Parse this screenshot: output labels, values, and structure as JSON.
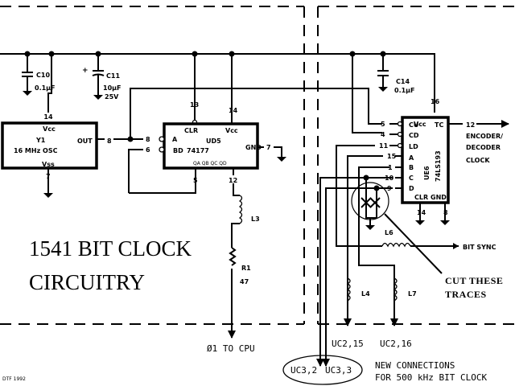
{
  "title": {
    "line1": "1541 BIT CLOCK",
    "line2": "CIRCUITRY"
  },
  "credit": "DTF 1992",
  "capacitors": [
    {
      "ref": "C10",
      "value": "0.1µF"
    },
    {
      "ref": "C11",
      "value": "10µF",
      "rating": "25V",
      "polarity": "+"
    },
    {
      "ref": "C14",
      "value": "0.1µF"
    }
  ],
  "oscillator": {
    "ref": "Y1",
    "desc": "16 MHz OSC",
    "vcc": "Vcc",
    "vss": "Vss",
    "out": "OUT",
    "pin_vcc": "14",
    "pin_gnd": "7",
    "pin_out": "8"
  },
  "counter1": {
    "ref": "UD5",
    "part": "74177",
    "clr": "CLR",
    "vcc": "Vcc",
    "gnd": "GND",
    "in_a": "A",
    "in_bd": "BD",
    "outputs": "QA QB QC QD",
    "pin_clr": "13",
    "pin_vcc": "14",
    "pin_a": "8",
    "pin_bd": "6",
    "pin_gnd": "7",
    "pin_q1": "5",
    "pin_q2": "12"
  },
  "counter2": {
    "ref": "UE6",
    "part": "74LS193",
    "vcc": "Vcc",
    "tc": "TC",
    "clr": "CLR",
    "gnd": "GND",
    "pins": [
      {
        "num": "5",
        "name": "CU"
      },
      {
        "num": "4",
        "name": "CD"
      },
      {
        "num": "11",
        "name": "LD"
      },
      {
        "num": "15",
        "name": "A"
      },
      {
        "num": "1",
        "name": "B"
      },
      {
        "num": "10",
        "name": "C"
      },
      {
        "num": "9",
        "name": "D"
      }
    ],
    "pin_vcc": "16",
    "pin_tc": "12",
    "pin_clr": "14",
    "pin_gnd": "8"
  },
  "inductors": [
    {
      "ref": "L3"
    },
    {
      "ref": "L4"
    },
    {
      "ref": "L6"
    },
    {
      "ref": "L7"
    }
  ],
  "resistor": {
    "ref": "R1",
    "value": "47"
  },
  "signals": {
    "encoder_l1": "ENCODER/",
    "encoder_l2": "DECODER",
    "encoder_l3": "CLOCK",
    "bit_sync": "BIT SYNC",
    "phi1": "Ø1 TO CPU",
    "uc2_15": "UC2,15",
    "uc2_16": "UC2,16",
    "uc3_2": "UC3,2",
    "uc3_3": "UC3,3"
  },
  "notes": {
    "cut_l1": "CUT THESE",
    "cut_l2": "TRACES",
    "new_l1": "NEW CONNECTIONS",
    "new_l2": "FOR 500 kHz BIT CLOCK"
  }
}
